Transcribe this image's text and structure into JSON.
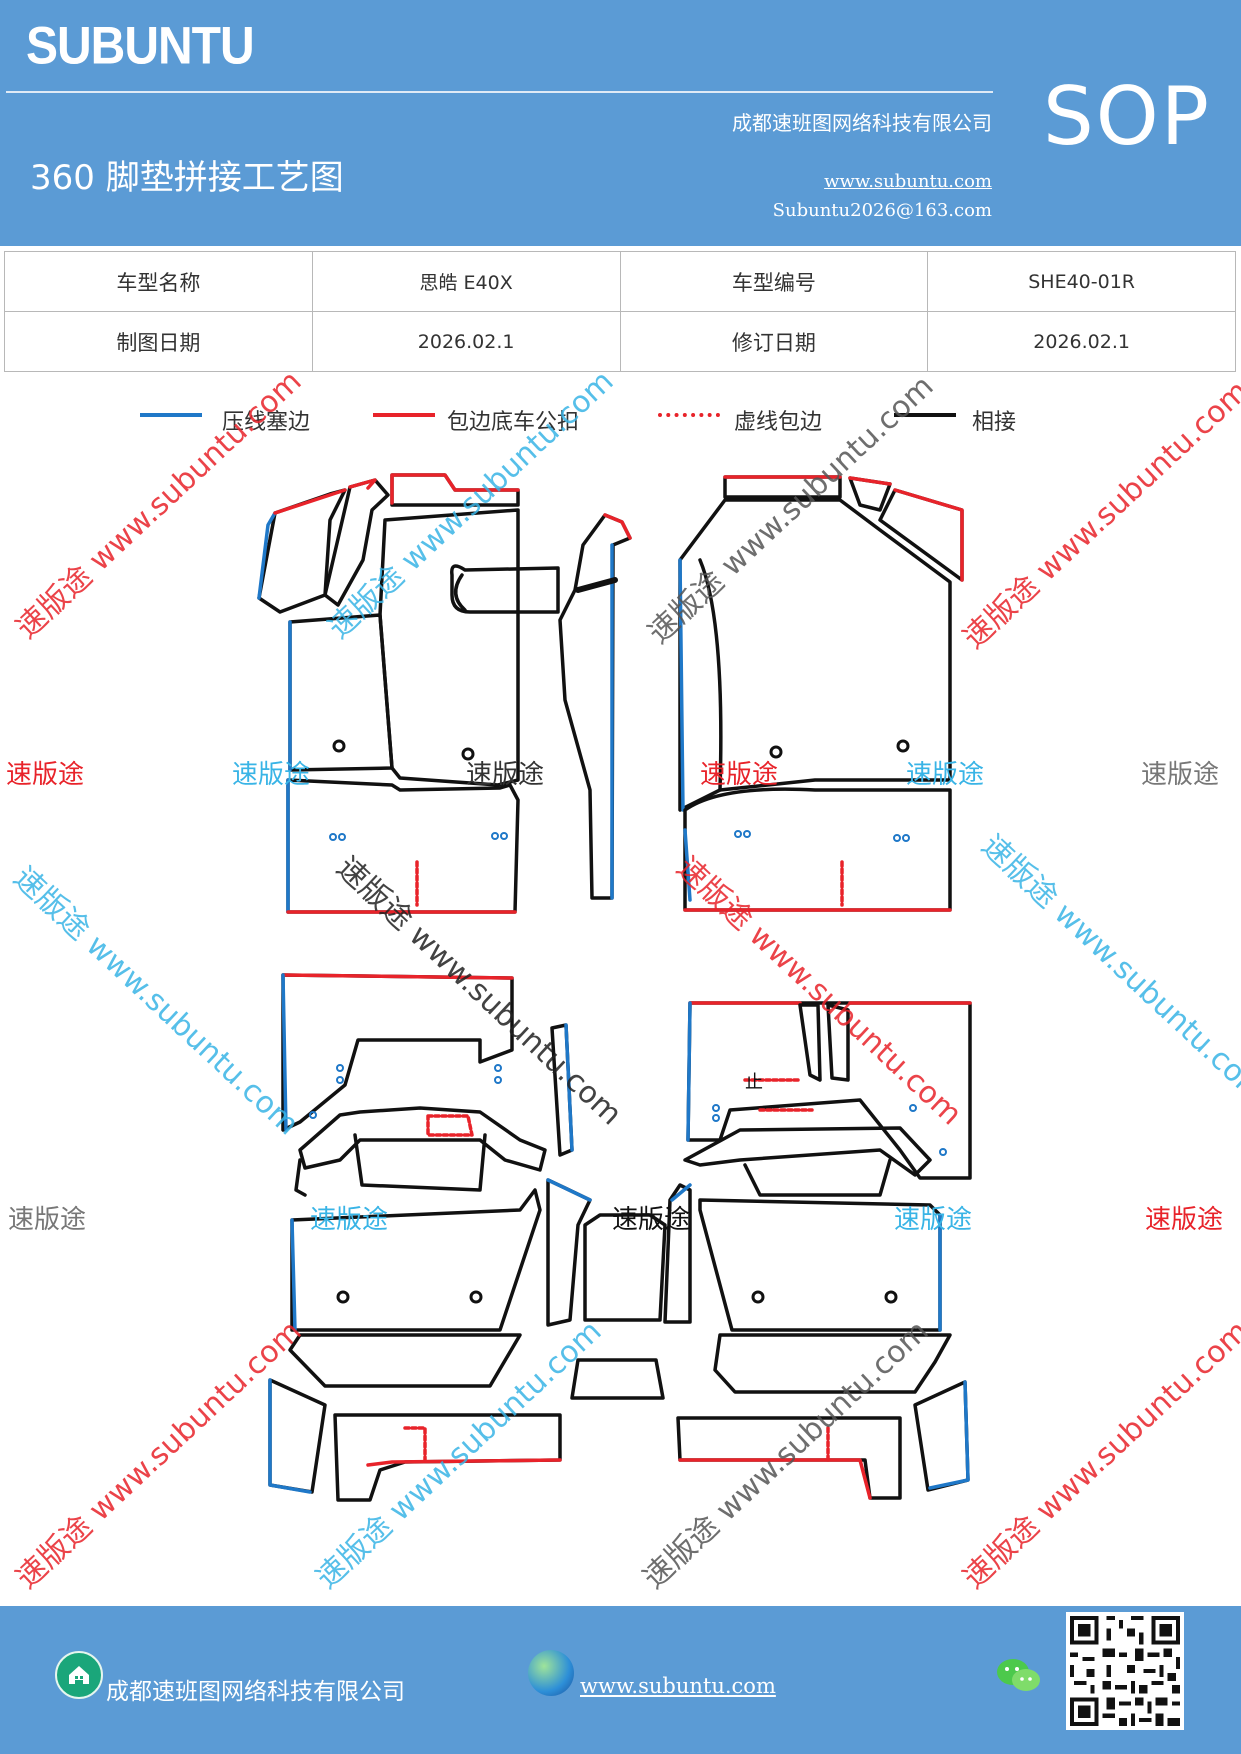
{
  "header": {
    "brand": "SUBUNTU",
    "sop": "SOP",
    "title": "360 脚垫拼接工艺图",
    "company": "成都速班图网络科技有限公司",
    "website": "www.subuntu.com",
    "email": "Subuntu2026@163.com"
  },
  "info_table": {
    "rows": [
      {
        "label1": "车型名称",
        "value1": "思皓 E40X",
        "label2": "车型编号",
        "value2": "SHE40-01R"
      },
      {
        "label1": "制图日期",
        "value1": "2026.02.1",
        "label2": "修订日期",
        "value2": "2026.02.1"
      }
    ]
  },
  "legend": [
    {
      "label": "压线塞边",
      "color": "#1f78c8",
      "style": "solid"
    },
    {
      "label": "包边底车公扣",
      "color": "#e8232a",
      "style": "solid"
    },
    {
      "label": "虚线包边",
      "color": "#e8232a",
      "style": "dashed"
    },
    {
      "label": "相接",
      "color": "#111111",
      "style": "solid"
    }
  ],
  "watermarks": {
    "brand": "速版途",
    "long": "速版途 www.subuntu.com"
  },
  "diagram": {
    "mark": "止"
  },
  "footer": {
    "company": "成都速班图网络科技有限公司",
    "website": "www.subuntu.com ",
    "icons": [
      "home-icon",
      "globe-icon",
      "wechat-icon",
      "qr-code"
    ]
  },
  "colors": {
    "header_bg": "#5b9bd5",
    "blue_line": "#1f78c8",
    "red_line": "#e8232a",
    "black_line": "#111111"
  }
}
